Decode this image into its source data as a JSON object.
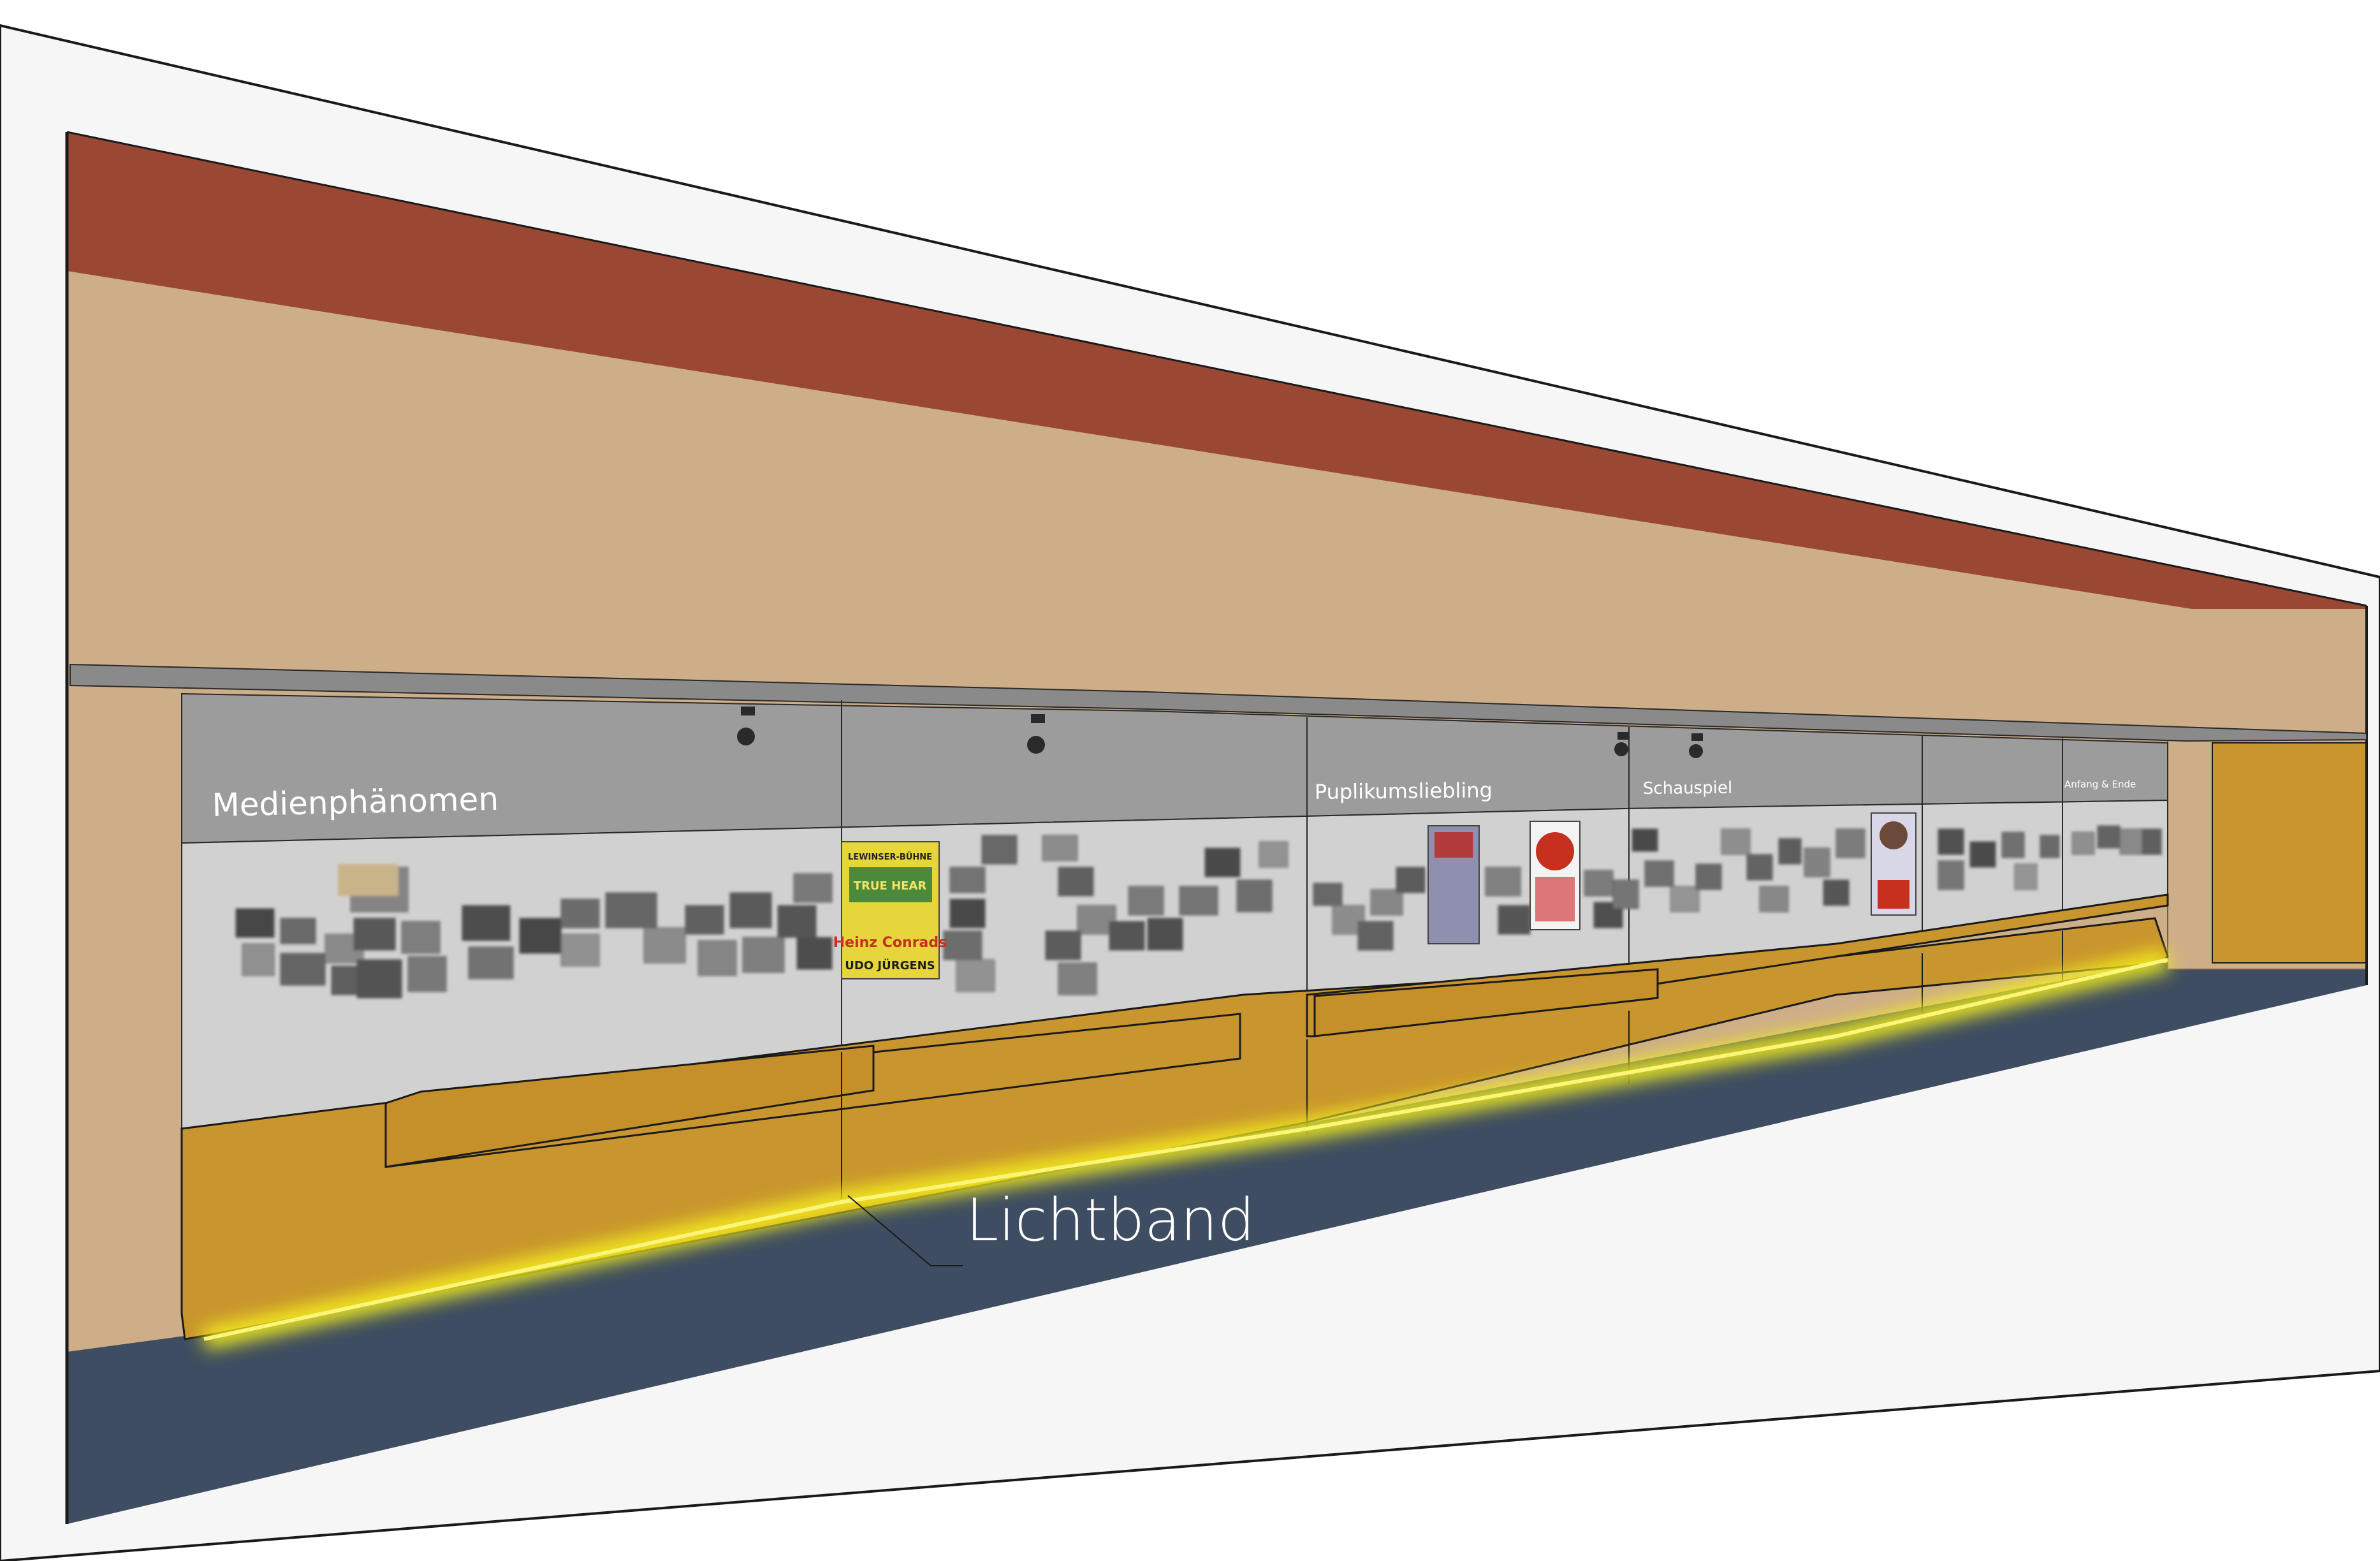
{
  "diagram": {
    "zones": [
      {
        "id": "medienphaenomen",
        "label": "Medienphänomen"
      },
      {
        "id": "puplikumsliebling",
        "label": "Puplikumsliebling"
      },
      {
        "id": "schauspiel",
        "label": "Schauspiel"
      },
      {
        "id": "anfang-ende",
        "label": "Anfang & Ende"
      }
    ],
    "annotation": {
      "label": "Lichtband"
    },
    "poster": {
      "lines": [
        "LEWINSER-BÜHNE",
        "TRUE HEAR",
        "Heinz Conrads",
        "UDO JÜRGENS"
      ]
    },
    "colors": {
      "ceiling": "#9a4834",
      "wall": "#cdae88",
      "floor": "#3e4d61",
      "cabinet": "#c8952e",
      "panel_header": "#9c9c9c",
      "panel_board": "#d1d1d1",
      "light_band": "#f5ef1a",
      "outline": "#1a1a1a"
    }
  }
}
